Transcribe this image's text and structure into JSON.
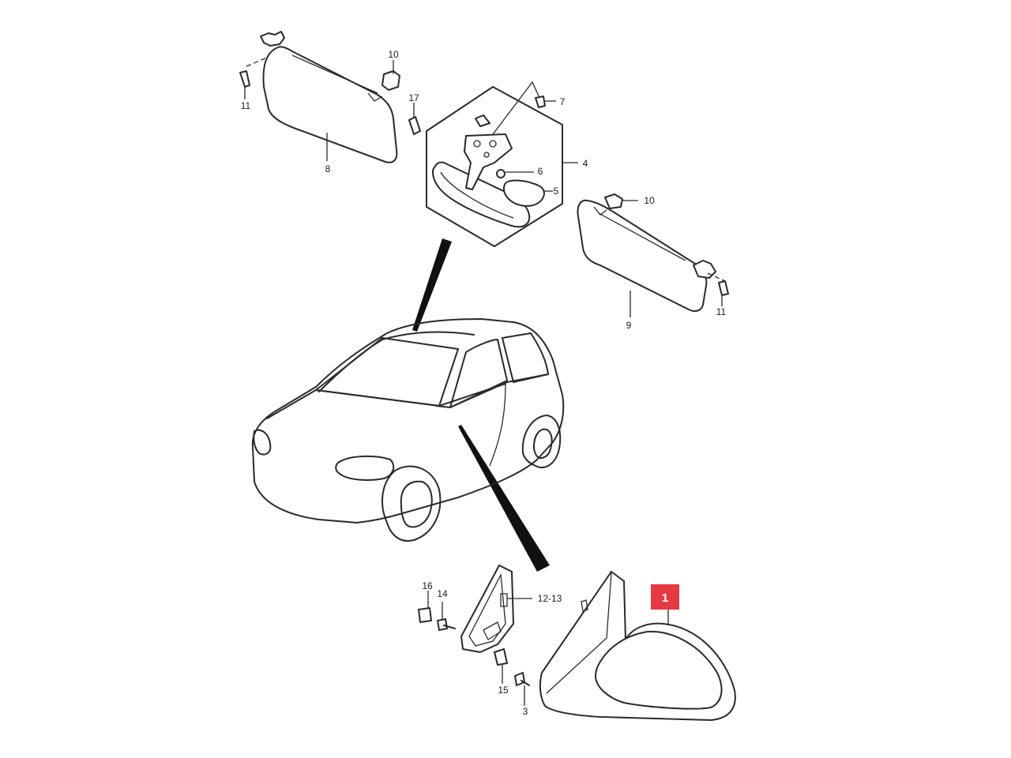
{
  "callouts": {
    "c1": "1",
    "c3": "3",
    "c4": "4",
    "c5": "5",
    "c6": "6",
    "c7": "7",
    "c8": "8",
    "c9": "9",
    "c10a": "10",
    "c10b": "10",
    "c11a": "11",
    "c11b": "11",
    "c12_13": "12-13",
    "c14": "14",
    "c15": "15",
    "c16": "16",
    "c17": "17"
  },
  "colors": {
    "highlight": "#e53a43",
    "line": "#2a2a2a",
    "background": "#ffffff"
  },
  "highlighted_part": "1"
}
